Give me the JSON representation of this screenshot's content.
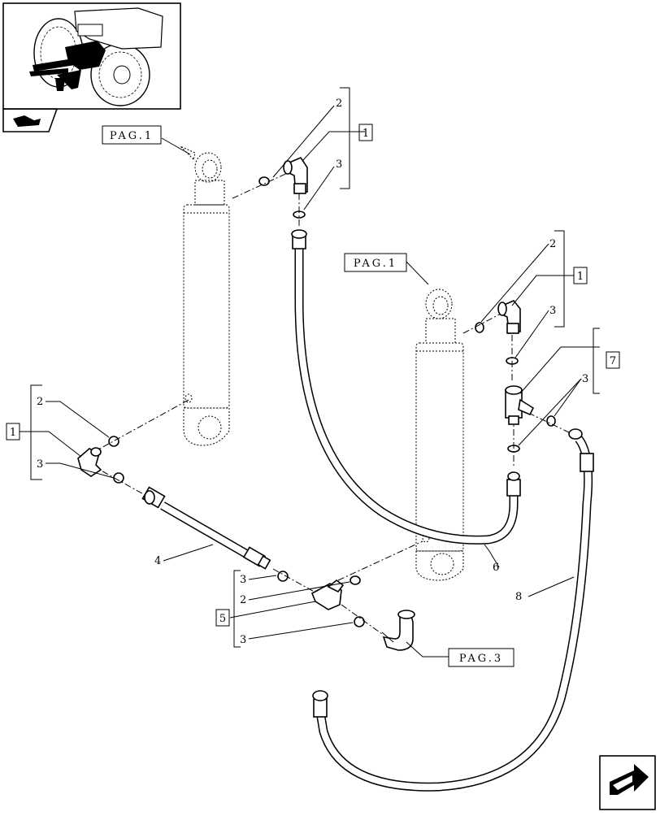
{
  "diagram": {
    "page_refs": {
      "left_cylinder": "PAG.1",
      "right_cylinder": "PAG.1",
      "elbow_pipe": "PAG.3"
    },
    "callouts": {
      "top_oring_a": "2",
      "top_oring_b": "3",
      "top_group": "1",
      "right_oring_a": "2",
      "right_oring_b": "3",
      "right_group": "1",
      "tee_oring": "3",
      "tee_group": "7",
      "left_oring_a": "2",
      "left_oring_b": "3",
      "left_group": "1",
      "short_hose": "4",
      "lower_oring_a": "3",
      "lower_oring_b": "2",
      "lower_group": "5",
      "lower_oring_c": "3",
      "long_hose_6": "6",
      "long_hose_8": "8"
    }
  }
}
